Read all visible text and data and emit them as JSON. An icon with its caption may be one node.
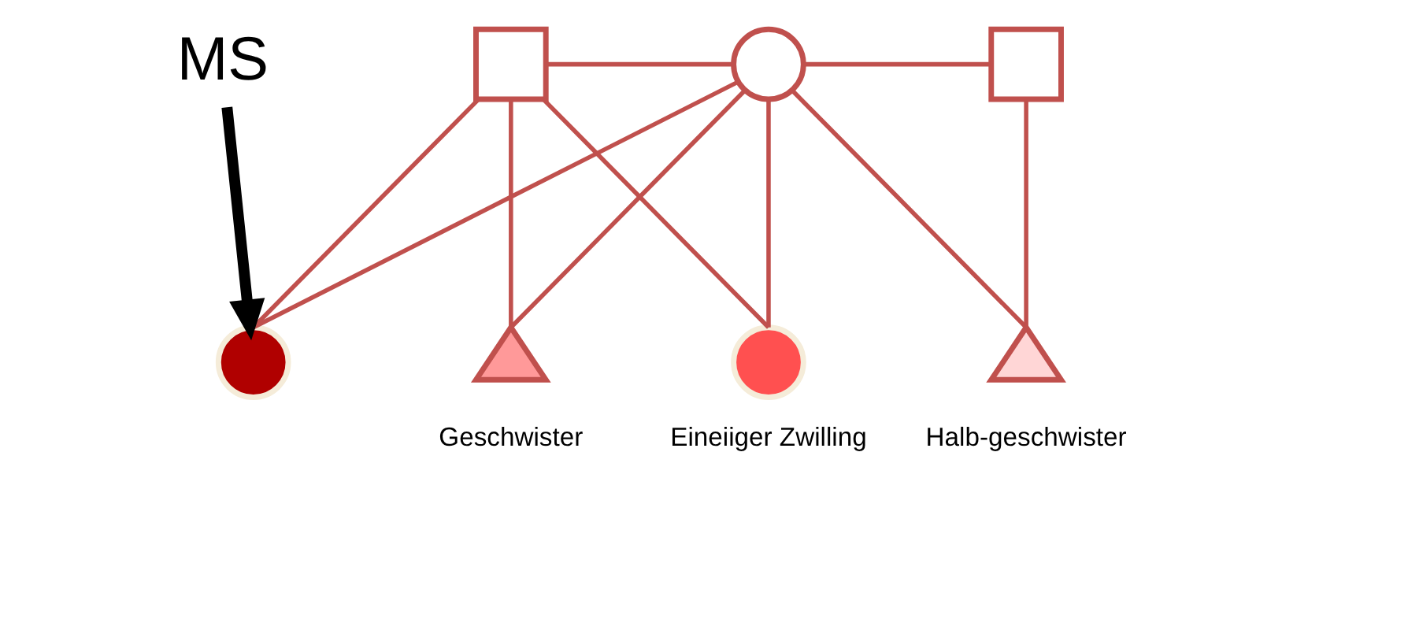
{
  "diagram": {
    "nodes": [
      {
        "text": [],
        "shape": "box"
      },
      {
        "text": [],
        "shape": "circle"
      },
      {
        "text": [],
        "shape": "box"
      },
      {
        "text": [
          "MS"
        ]
      },
      {
        "text": [],
        "shape": "circle"
      },
      {
        "text": [],
        "shape": "circle",
        "beside": [
          "Eineiiger Zwilling"
        ]
      },
      {
        "text": [],
        "shape": "triangle",
        "beside": [
          "Geschwister"
        ]
      },
      {
        "text": [],
        "shape": "triangle",
        "beside": [
          "Halb-geschwister"
        ]
      }
    ],
    "edges": [
      {
        "from": 0,
        "to": 1,
        "arrow": "none"
      },
      {
        "from": 1,
        "to": 2,
        "arrow": "none"
      },
      {
        "from": 0,
        "to": 4,
        "arrow": "none"
      },
      {
        "from": 1,
        "to": 4,
        "arrow": "none"
      },
      {
        "from": 0,
        "to": 5,
        "arrow": "none"
      },
      {
        "from": 1,
        "to": 5,
        "arrow": "none"
      },
      {
        "from": 0,
        "to": 6,
        "arrow": "none"
      },
      {
        "from": 1,
        "to": 6,
        "arrow": "none"
      },
      {
        "from": 1,
        "to": 7,
        "arrow": "none"
      },
      {
        "from": 2,
        "to": 7,
        "arrow": "none"
      },
      {
        "from": 3,
        "to": 4,
        "arrow": "to",
        "style": "thick",
        "color": "#000000"
      }
    ]
  }
}
